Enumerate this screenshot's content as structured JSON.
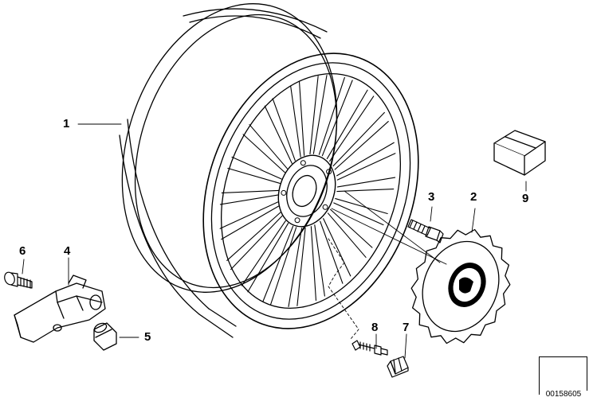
{
  "callouts": {
    "c1": "1",
    "c2": "2",
    "c3": "3",
    "c4": "4",
    "c5": "5",
    "c6": "6",
    "c7": "7",
    "c8": "8",
    "c9": "9"
  },
  "reference_number": "00158605",
  "colors": {
    "line": "#000000",
    "background": "#ffffff"
  },
  "icons": {
    "wheel": "alloy-wheel-icon",
    "center_cap": "hub-cap-icon",
    "bolt": "wheel-bolt-icon",
    "tpms": "tire-pressure-sensor-icon",
    "valve_cap": "valve-cap-icon",
    "screw": "screw-icon",
    "valve": "valve-insert-icon",
    "nut": "nut-icon",
    "box": "repair-kit-box-icon",
    "arrow": "diagram-arrow-icon"
  }
}
